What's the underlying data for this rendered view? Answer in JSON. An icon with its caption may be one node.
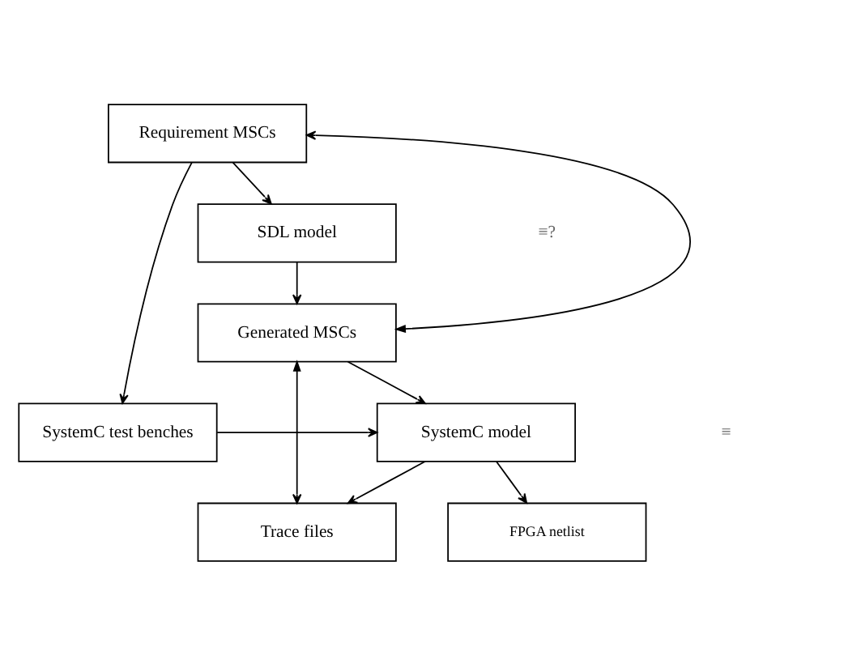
{
  "diagram": {
    "nodes": [
      {
        "text": [
          "Requirement MSCs"
        ]
      },
      {
        "text": [
          "SDL model"
        ]
      },
      {
        "text": [
          "Generated MSCs"
        ]
      },
      {
        "text": [
          "SystemC test benches"
        ]
      },
      {
        "text": [
          "SystemC model"
        ]
      },
      {
        "text": [
          "FPGA netlist"
        ]
      },
      {
        "text": [
          "Trace files"
        ]
      }
    ],
    "edges": [
      {
        "from": 0,
        "to": 1,
        "arrow": "to"
      },
      {
        "from": 1,
        "to": 2,
        "arrow": "to"
      },
      {
        "from": 2,
        "to": 4,
        "arrow": "to"
      },
      {
        "from": 0,
        "to": 3,
        "arrow": "to"
      },
      {
        "from": 3,
        "to": 4,
        "arrow": "to"
      },
      {
        "from": 4,
        "to": 5,
        "arrow": "to"
      },
      {
        "from": 4,
        "to": 6,
        "arrow": "to"
      },
      {
        "from": 2,
        "to": 0,
        "arrow": "both"
      },
      {
        "from": 2,
        "to": 6,
        "arrow": "both"
      }
    ],
    "labels": [
      "≡?",
      "≡"
    ]
  }
}
